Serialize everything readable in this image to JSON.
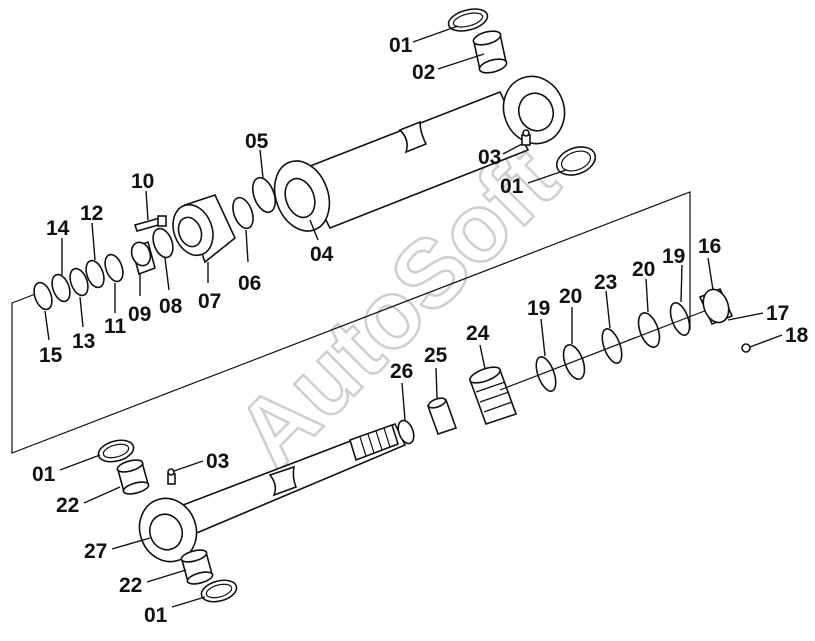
{
  "watermark": "AutoSoft",
  "callouts": [
    {
      "id": "c01a",
      "text": "01"
    },
    {
      "id": "c02",
      "text": "02"
    },
    {
      "id": "c03a",
      "text": "03"
    },
    {
      "id": "c01b",
      "text": "01"
    },
    {
      "id": "c05",
      "text": "05"
    },
    {
      "id": "c10",
      "text": "10"
    },
    {
      "id": "c14",
      "text": "14"
    },
    {
      "id": "c12",
      "text": "12"
    },
    {
      "id": "c04",
      "text": "04"
    },
    {
      "id": "c06",
      "text": "06"
    },
    {
      "id": "c07",
      "text": "07"
    },
    {
      "id": "c08",
      "text": "08"
    },
    {
      "id": "c09",
      "text": "09"
    },
    {
      "id": "c11",
      "text": "11"
    },
    {
      "id": "c13",
      "text": "13"
    },
    {
      "id": "c15",
      "text": "15"
    },
    {
      "id": "c16",
      "text": "16"
    },
    {
      "id": "c19a",
      "text": "19"
    },
    {
      "id": "c20a",
      "text": "20"
    },
    {
      "id": "c23",
      "text": "23"
    },
    {
      "id": "c17",
      "text": "17"
    },
    {
      "id": "c18",
      "text": "18"
    },
    {
      "id": "c24",
      "text": "24"
    },
    {
      "id": "c19b",
      "text": "19"
    },
    {
      "id": "c20b",
      "text": "20"
    },
    {
      "id": "c25",
      "text": "25"
    },
    {
      "id": "c26",
      "text": "26"
    },
    {
      "id": "c01c",
      "text": "01"
    },
    {
      "id": "c03b",
      "text": "03"
    },
    {
      "id": "c22a",
      "text": "22"
    },
    {
      "id": "c27",
      "text": "27"
    },
    {
      "id": "c22b",
      "text": "22"
    },
    {
      "id": "c01d",
      "text": "01"
    }
  ]
}
